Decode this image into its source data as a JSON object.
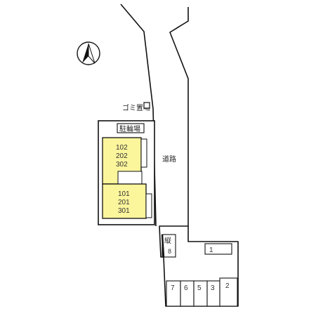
{
  "compass": {
    "icon": "north-arrow-icon"
  },
  "labels": {
    "garbage": "ゴミ置場",
    "bicycle_parking": "駐輪場",
    "road": "道路",
    "vertical_space": "縦",
    "vertical_space_number": "8"
  },
  "building": {
    "upper_units": [
      "102",
      "202",
      "302"
    ],
    "lower_units": [
      "101",
      "201",
      "301"
    ],
    "fill_color": "#fbf59c"
  },
  "parking": {
    "spaces_bottom": [
      "7",
      "6",
      "5",
      "3",
      "2"
    ],
    "space_top": "1"
  }
}
